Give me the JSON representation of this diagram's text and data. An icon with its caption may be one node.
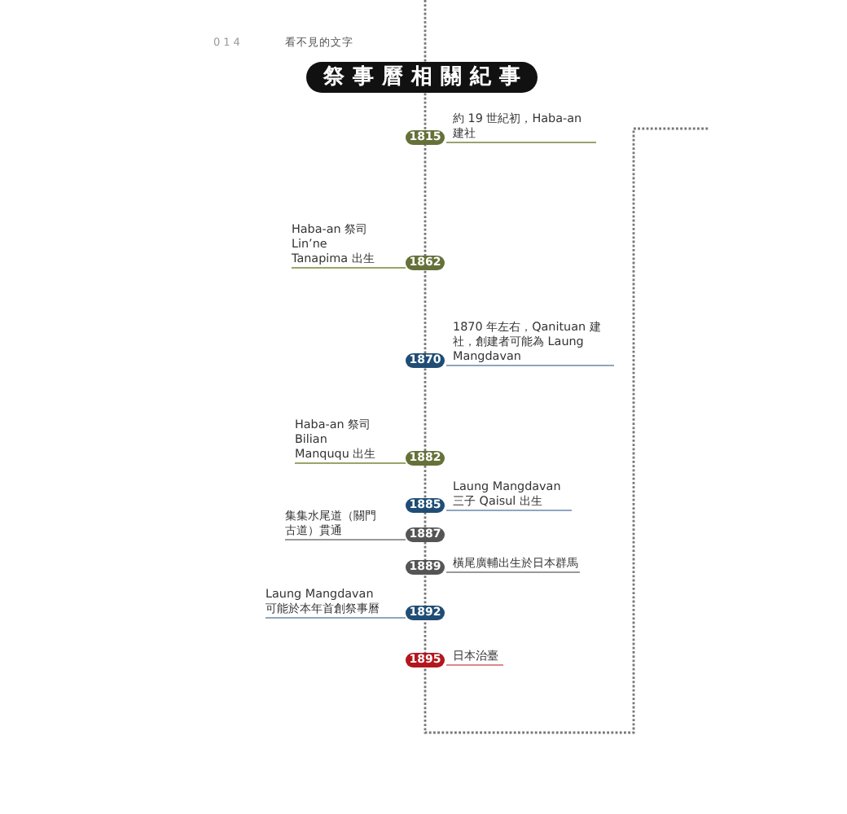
{
  "diagram": {
    "title": "祭事曆相關紀事",
    "nodes": [
      {
        "text": [
          "1815"
        ],
        "beside": [
          "約 19 世紀初，Haba-an 建社"
        ]
      },
      {
        "text": [
          "1862"
        ],
        "beside": [
          "Haba-an 祭司 Lin’ne Tanapima 出生"
        ]
      },
      {
        "text": [
          "1870"
        ],
        "beside": [
          "1870 年左右，Qanituan 建社，創建者可能為 Laung Mangdavan"
        ]
      },
      {
        "text": [
          "1882"
        ],
        "beside": [
          "Haba-an 祭司 Bilian Manququ 出生"
        ]
      },
      {
        "text": [
          "1885"
        ],
        "beside": [
          "Laung Mangdavan 三子 Qaisul 出生"
        ]
      },
      {
        "text": [
          "1887"
        ],
        "beside": [
          "集集水尾道（關門古道）貫通"
        ]
      },
      {
        "text": [
          "1889"
        ],
        "beside": [
          "橫尾廣輔出生於日本群馬"
        ]
      },
      {
        "text": [
          "1892"
        ],
        "beside": [
          "Laung Mangdavan 可能於本年首創祭事曆"
        ]
      },
      {
        "text": [
          "1895"
        ],
        "beside": [
          "日本治臺"
        ]
      }
    ],
    "labels": [
      "014",
      "看不見的文字"
    ]
  }
}
